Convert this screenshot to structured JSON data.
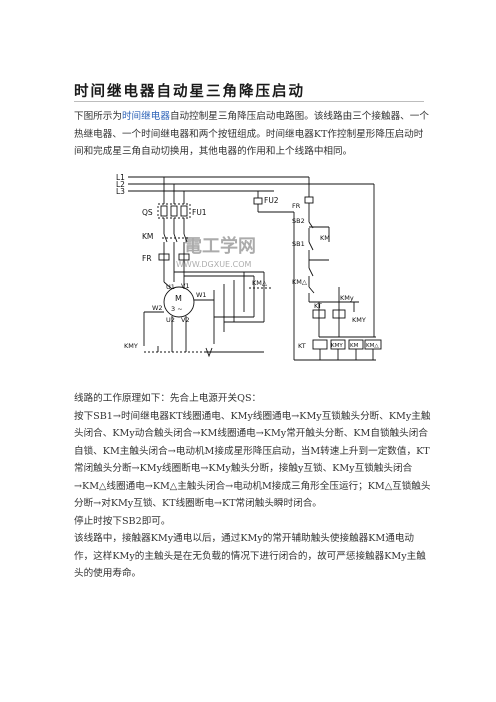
{
  "title": "时间继电器自动星三角降压启动",
  "intro": {
    "pre": "下图所示为",
    "link": "时间继电器",
    "post": "自动控制星三角降压启动电路图。该线路由三个接触器、一个热继电器、一个时间继电器和两个按钮组成。时间继电器KT作控制星形降压启动时间和完成星三角自动切换用，其他电器的作用和上个线路中相同。"
  },
  "diagram": {
    "labels": {
      "l1": "L1",
      "l2": "L2",
      "l3": "L3",
      "qs": "QS",
      "fu1": "FU1",
      "fu2": "FU2",
      "km": "KM",
      "fr": "FR",
      "u1": "U1",
      "v1": "V1",
      "w1": "W1",
      "w2": "W2",
      "u2": "U2",
      "v2": "V2",
      "motor": "M",
      "motor_sub": "3 ~",
      "kmd_main": "KM△",
      "kmy_main": "KMY",
      "fr_ctrl": "FR",
      "sb2": "SB2",
      "sb1": "SB1",
      "km_coil": "KM",
      "kmd_nc": "KM△",
      "kmy_nc": "KMy",
      "kt_contact": "KT",
      "kmy_contact": "KMY",
      "coil_kt": "KT",
      "coil_kmy": "KMY",
      "coil_km": "KM",
      "coil_kmd": "KM△"
    },
    "watermark_top": "電工学网",
    "watermark_url": "WWW.DGXUE.COM"
  },
  "body": [
    "线路的工作原理如下：先合上电源开关QS：",
    "按下SB1→时间继电器KT线圈通电、KMy线圈通电→KMy互锁触头分断、KMy主触头闭合、KMy动合触头闭合→KM线圈通电→KMy常开触头分断、KM自锁触头闭合自锁、KM主触头闭合→电动机M接成星形降压启动，当M转速上升到一定数值，KT常闭触头分断→KMy线圈断电→KMy触头分断，接触y互锁、KMy互锁触头闭合→KM△线圈通电→KM△主触头闭合→电动机M接成三角形全压运行；KM△互锁触头分断→对KMy互锁、KT线圈断电→KT常闭触头瞬时闭合。",
    "停止时按下SB2即可。",
    "该线路中，接触器KMy通电以后，通过KMy的常开辅助触头使接触器KM通电动作，这样KMy的主触头是在无负载的情况下进行闭合的，故可严惩接触器KMy主触头的使用寿命。"
  ]
}
